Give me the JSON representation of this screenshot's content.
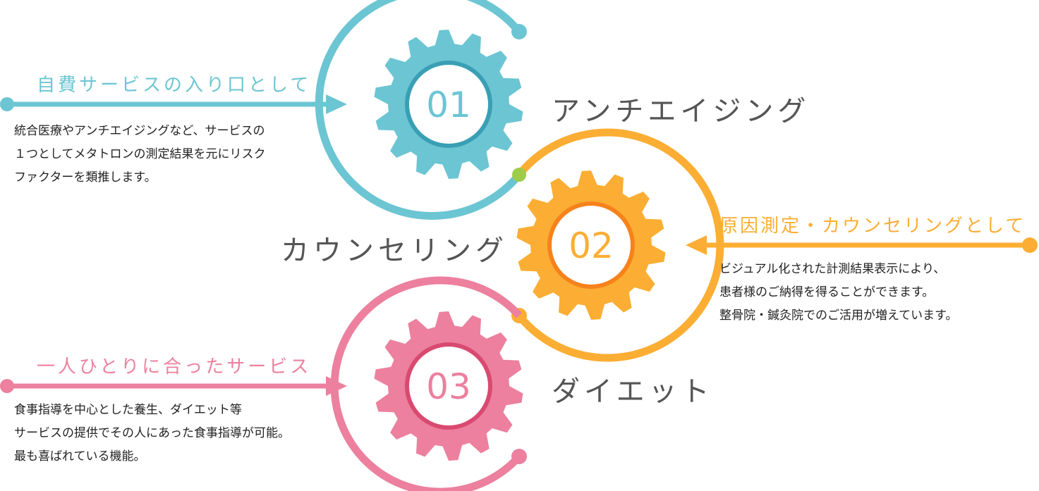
{
  "colors": {
    "blue": "#6cc5d2",
    "blue_dark": "#3a9fb4",
    "orange": "#fbae33",
    "orange_dark": "#f7821b",
    "pink": "#ec809e",
    "pink_dark": "#d94a70",
    "green_dot": "#9ecc4a"
  },
  "items": [
    {
      "number": "01",
      "name": "アンチエイジング",
      "subtitle": "自費サービスの入り口として",
      "description": [
        "統合医療やアンチエイジングなど、サービスの",
        "１つとしてメタトロンの測定結果を元にリスク",
        "ファクターを類推します。"
      ]
    },
    {
      "number": "02",
      "name": "カウンセリング",
      "subtitle": "原因測定・カウンセリングとして",
      "description": [
        "ビジュアル化された計測結果表示により、",
        "患者様のご納得を得ることができます。",
        "整骨院・鍼灸院でのご活用が増えています。"
      ]
    },
    {
      "number": "03",
      "name": "ダイエット",
      "subtitle": "一人ひとりに合ったサービス",
      "description": [
        "食事指導を中心とした養生、ダイエット等",
        "サービスの提供でその人にあった食事指導が可能。",
        "最も喜ばれている機能。"
      ]
    }
  ]
}
